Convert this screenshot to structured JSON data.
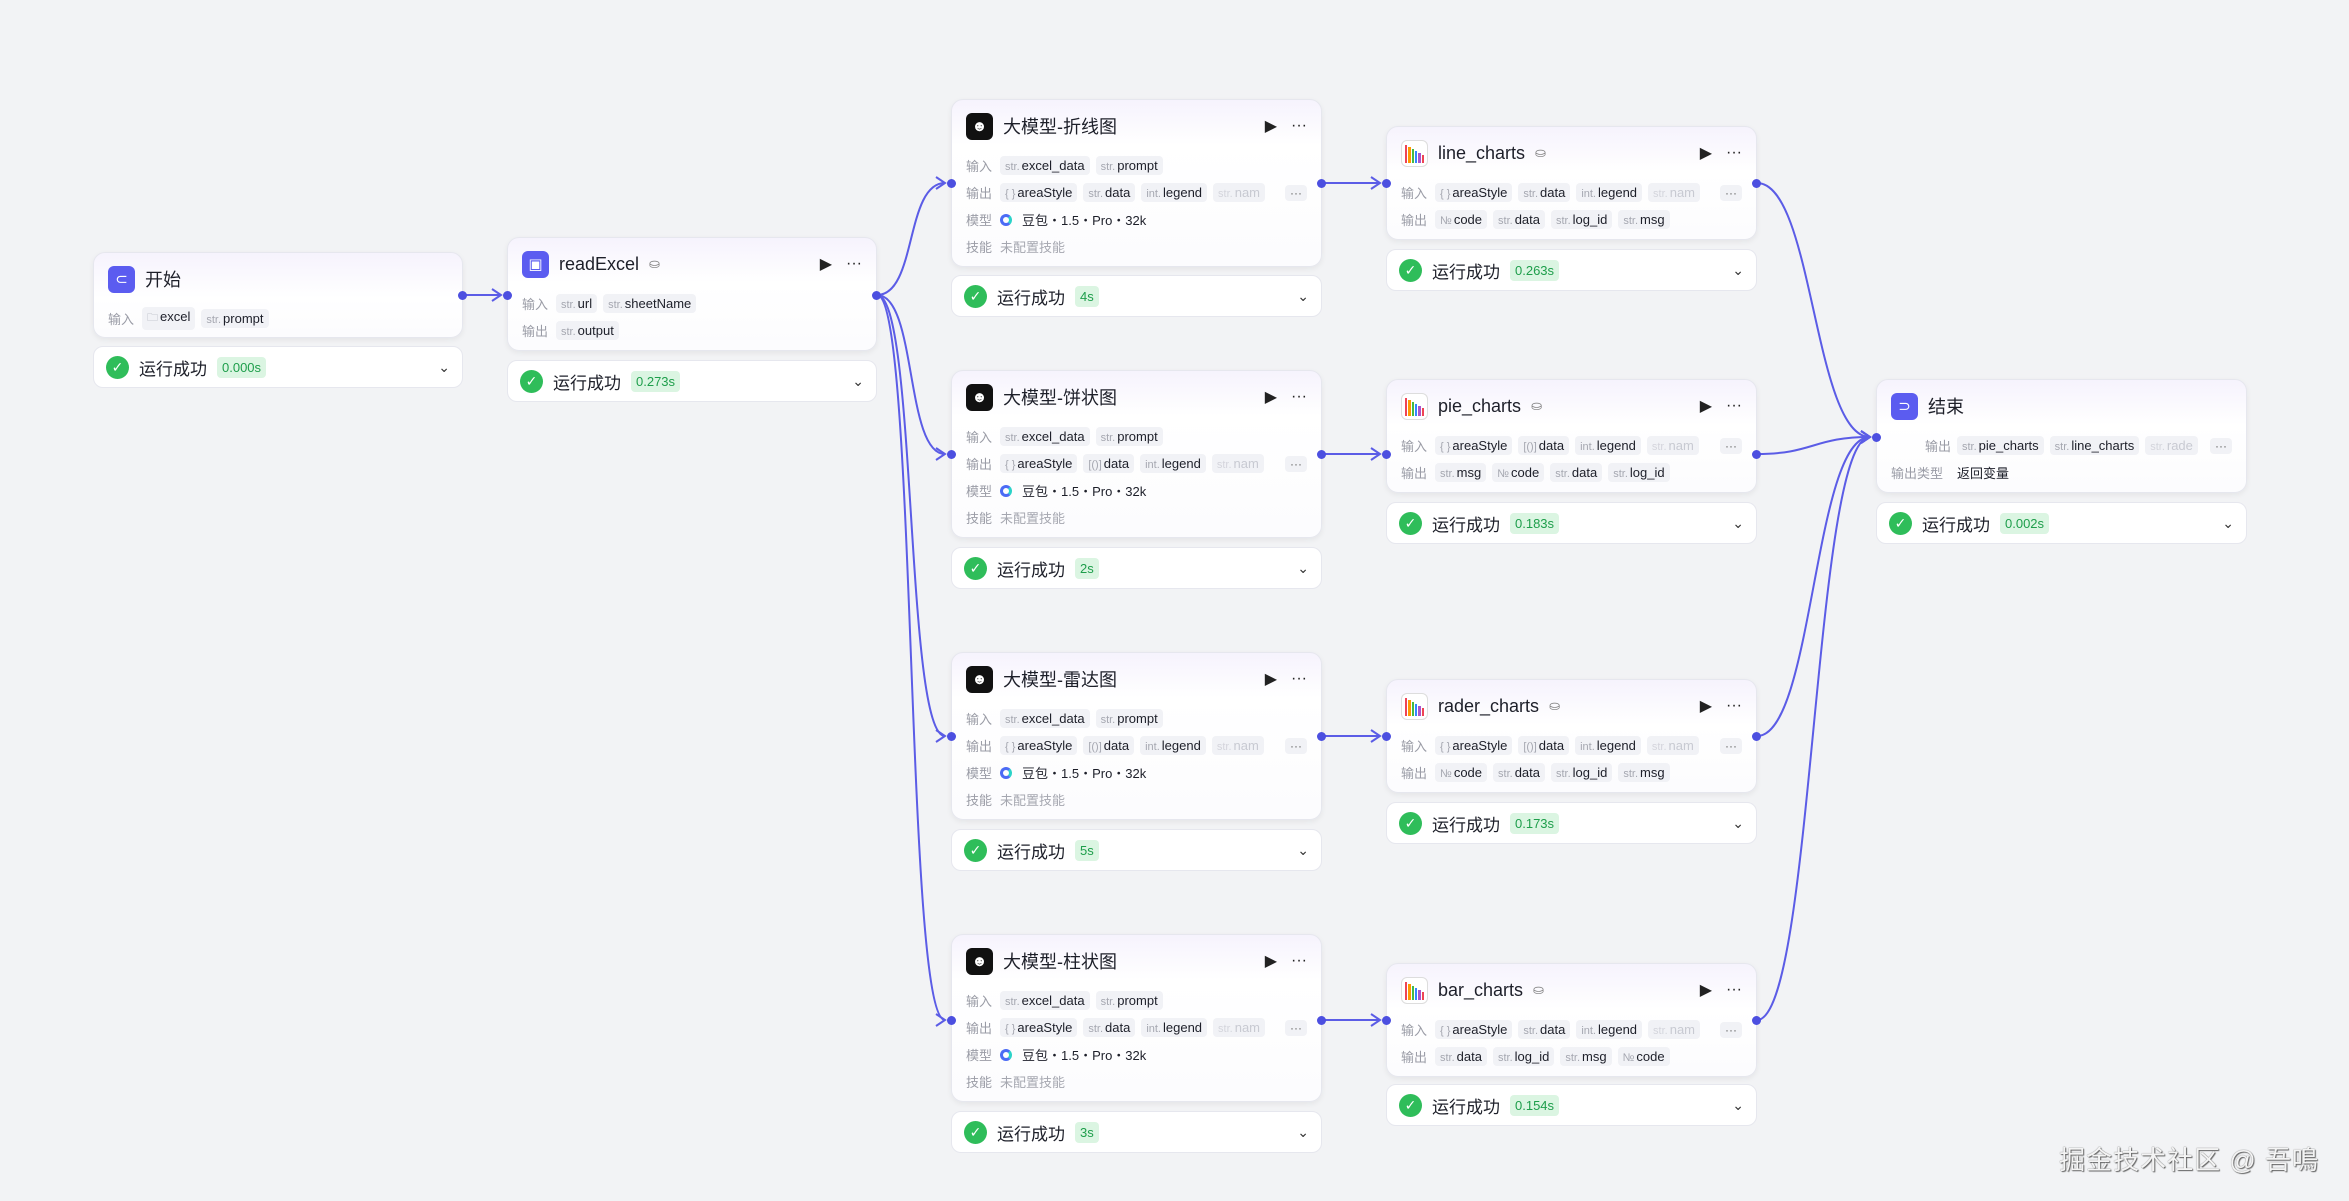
{
  "colors": {
    "edge": "#5b5ce6",
    "port": "#4c4fe0",
    "success": "#2fbd5a"
  },
  "nodes": {
    "start": {
      "title": "开始",
      "icon": "start-icon",
      "rows": [
        {
          "label": "输入",
          "tags": [
            {
              "ty": "folder",
              "n": "excel"
            },
            {
              "ty": "str.",
              "n": "prompt"
            }
          ]
        }
      ],
      "status": {
        "text": "运行成功",
        "time": "0.000s"
      }
    },
    "readExcel": {
      "title": "readExcel",
      "icon": "cube-icon",
      "rows": [
        {
          "label": "输入",
          "tags": [
            {
              "ty": "str.",
              "n": "url"
            },
            {
              "ty": "str.",
              "n": "sheetName"
            }
          ]
        },
        {
          "label": "输出",
          "tags": [
            {
              "ty": "str.",
              "n": "output"
            }
          ]
        }
      ],
      "status": {
        "text": "运行成功",
        "time": "0.273s"
      }
    },
    "llm_line": {
      "title": "大模型-折线图",
      "icon": "llm-icon",
      "rows": [
        {
          "label": "输入",
          "tags": [
            {
              "ty": "str.",
              "n": "excel_data"
            },
            {
              "ty": "str.",
              "n": "prompt"
            }
          ]
        },
        {
          "label": "输出",
          "tags": [
            {
              "ty": "{ }",
              "n": "areaStyle"
            },
            {
              "ty": "str.",
              "n": "data"
            },
            {
              "ty": "int.",
              "n": "legend"
            },
            {
              "ty": "str.",
              "n": "nam",
              "faded": true
            }
          ],
          "more": "···"
        },
        {
          "label": "模型",
          "text": "豆包・1.5・Pro・32k",
          "model": true
        },
        {
          "label": "技能",
          "text": "未配置技能",
          "muted": true
        }
      ],
      "status": {
        "text": "运行成功",
        "time": "4s"
      }
    },
    "llm_pie": {
      "title": "大模型-饼状图",
      "icon": "llm-icon",
      "rows": [
        {
          "label": "输入",
          "tags": [
            {
              "ty": "str.",
              "n": "excel_data"
            },
            {
              "ty": "str.",
              "n": "prompt"
            }
          ]
        },
        {
          "label": "输出",
          "tags": [
            {
              "ty": "[()]",
              "n": "data",
              "pre": {
                "ty": "{ }",
                "n": "areaStyle"
              }
            },
            {
              "ty": "int.",
              "n": "legend"
            },
            {
              "ty": "str.",
              "n": "nam",
              "faded": true
            }
          ],
          "more": "···"
        },
        {
          "label": "模型",
          "text": "豆包・1.5・Pro・32k",
          "model": true
        },
        {
          "label": "技能",
          "text": "未配置技能",
          "muted": true
        }
      ],
      "status": {
        "text": "运行成功",
        "time": "2s"
      }
    },
    "llm_radar": {
      "title": "大模型-雷达图",
      "icon": "llm-icon",
      "rows": [
        {
          "label": "输入",
          "tags": [
            {
              "ty": "str.",
              "n": "excel_data"
            },
            {
              "ty": "str.",
              "n": "prompt"
            }
          ]
        },
        {
          "label": "输出",
          "tags": [
            {
              "ty": "{ }",
              "n": "areaStyle"
            },
            {
              "ty": "[()]",
              "n": "data"
            },
            {
              "ty": "int.",
              "n": "legend"
            },
            {
              "ty": "str.",
              "n": "nam",
              "faded": true
            }
          ],
          "more": "···"
        },
        {
          "label": "模型",
          "text": "豆包・1.5・Pro・32k",
          "model": true
        },
        {
          "label": "技能",
          "text": "未配置技能",
          "muted": true
        }
      ],
      "status": {
        "text": "运行成功",
        "time": "5s"
      }
    },
    "llm_bar": {
      "title": "大模型-柱状图",
      "icon": "llm-icon",
      "rows": [
        {
          "label": "输入",
          "tags": [
            {
              "ty": "str.",
              "n": "excel_data"
            },
            {
              "ty": "str.",
              "n": "prompt"
            }
          ]
        },
        {
          "label": "输出",
          "tags": [
            {
              "ty": "{ }",
              "n": "areaStyle"
            },
            {
              "ty": "str.",
              "n": "data"
            },
            {
              "ty": "int.",
              "n": "legend"
            },
            {
              "ty": "str.",
              "n": "nam",
              "faded": true
            }
          ],
          "more": "···"
        },
        {
          "label": "模型",
          "text": "豆包・1.5・Pro・32k",
          "model": true
        },
        {
          "label": "技能",
          "text": "未配置技能",
          "muted": true
        }
      ],
      "status": {
        "text": "运行成功",
        "time": "3s"
      }
    },
    "line_charts": {
      "title": "line_charts",
      "icon": "chart-plugin-icon",
      "rows": [
        {
          "label": "输入",
          "tags": [
            {
              "ty": "{ }",
              "n": "areaStyle"
            },
            {
              "ty": "str.",
              "n": "data"
            },
            {
              "ty": "int.",
              "n": "legend"
            },
            {
              "ty": "str.",
              "n": "nam",
              "faded": true
            }
          ],
          "more": "···"
        },
        {
          "label": "输出",
          "tags": [
            {
              "ty": "№",
              "n": "code"
            },
            {
              "ty": "str.",
              "n": "data"
            },
            {
              "ty": "str.",
              "n": "log_id"
            },
            {
              "ty": "str.",
              "n": "msg"
            }
          ]
        }
      ],
      "status": {
        "text": "运行成功",
        "time": "0.263s"
      }
    },
    "pie_charts": {
      "title": "pie_charts",
      "icon": "chart-plugin-icon",
      "rows": [
        {
          "label": "输入",
          "tags": [
            {
              "ty": "{ }",
              "n": "areaStyle"
            },
            {
              "ty": "[()]",
              "n": "data"
            },
            {
              "ty": "int.",
              "n": "legend"
            },
            {
              "ty": "str.",
              "n": "nam",
              "faded": true
            }
          ],
          "more": "···"
        },
        {
          "label": "输出",
          "tags": [
            {
              "ty": "str.",
              "n": "msg"
            },
            {
              "ty": "№",
              "n": "code"
            },
            {
              "ty": "str.",
              "n": "data"
            },
            {
              "ty": "str.",
              "n": "log_id"
            }
          ]
        }
      ],
      "status": {
        "text": "运行成功",
        "time": "0.183s"
      }
    },
    "rader_charts": {
      "title": "rader_charts",
      "icon": "chart-plugin-icon",
      "rows": [
        {
          "label": "输入",
          "tags": [
            {
              "ty": "{ }",
              "n": "areaStyle"
            },
            {
              "ty": "[()]",
              "n": "data"
            },
            {
              "ty": "int.",
              "n": "legend"
            },
            {
              "ty": "str.",
              "n": "nam",
              "faded": true
            }
          ],
          "more": "···"
        },
        {
          "label": "输出",
          "tags": [
            {
              "ty": "№",
              "n": "code"
            },
            {
              "ty": "str.",
              "n": "data"
            },
            {
              "ty": "str.",
              "n": "log_id"
            },
            {
              "ty": "str.",
              "n": "msg"
            }
          ]
        }
      ],
      "status": {
        "text": "运行成功",
        "time": "0.173s"
      }
    },
    "bar_charts": {
      "title": "bar_charts",
      "icon": "chart-plugin-icon",
      "rows": [
        {
          "label": "输入",
          "tags": [
            {
              "ty": "{ }",
              "n": "areaStyle"
            },
            {
              "ty": "str.",
              "n": "data"
            },
            {
              "ty": "int.",
              "n": "legend"
            },
            {
              "ty": "str.",
              "n": "nam",
              "faded": true
            }
          ],
          "more": "···"
        },
        {
          "label": "输出",
          "tags": [
            {
              "ty": "str.",
              "n": "data"
            },
            {
              "ty": "str.",
              "n": "log_id"
            },
            {
              "ty": "str.",
              "n": "msg"
            },
            {
              "ty": "№",
              "n": "code"
            }
          ]
        }
      ],
      "status": {
        "text": "运行成功",
        "time": "0.154s"
      }
    },
    "end": {
      "title": "结束",
      "icon": "end-icon",
      "rows": [
        {
          "label": "输出",
          "wide": true,
          "tags": [
            {
              "ty": "str.",
              "n": "pie_charts"
            },
            {
              "ty": "str.",
              "n": "line_charts"
            },
            {
              "ty": "str.",
              "n": "rade",
              "faded": true
            }
          ],
          "more": "···"
        },
        {
          "label": "输出类型",
          "wide": true,
          "text": "返回变量"
        }
      ],
      "status": {
        "text": "运行成功",
        "time": "0.002s"
      }
    }
  },
  "watermark": "掘金技术社区 @ 吾鳴"
}
